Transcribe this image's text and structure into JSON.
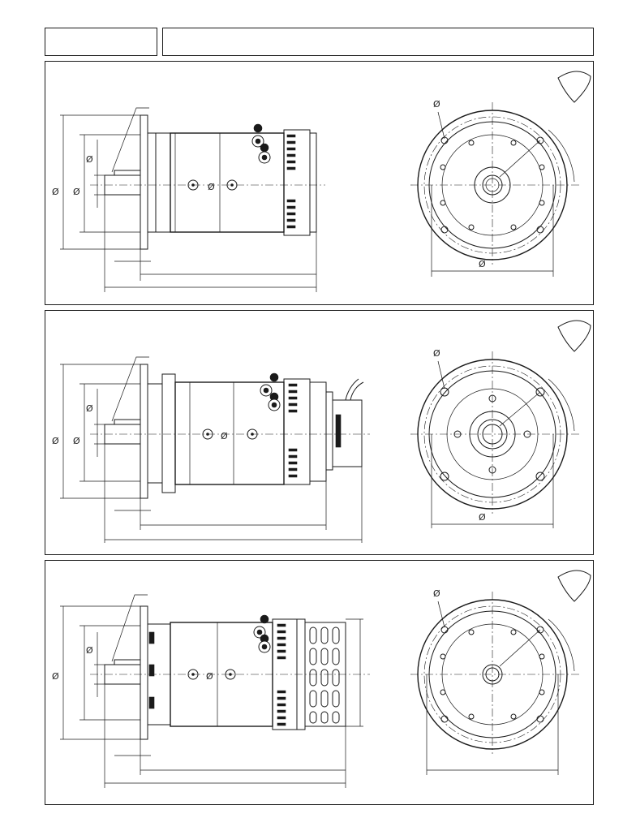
{
  "title_block": {
    "left_label": "",
    "right_label": ""
  },
  "symbols": {
    "diameter": "Ø"
  },
  "views": [
    {
      "name": "motor-variant-1",
      "variant": "plain"
    },
    {
      "name": "motor-variant-2",
      "variant": "encoder"
    },
    {
      "name": "motor-variant-3",
      "variant": "vented"
    }
  ],
  "colors": {
    "line": "#1a1a1a",
    "paper": "#ffffff"
  }
}
